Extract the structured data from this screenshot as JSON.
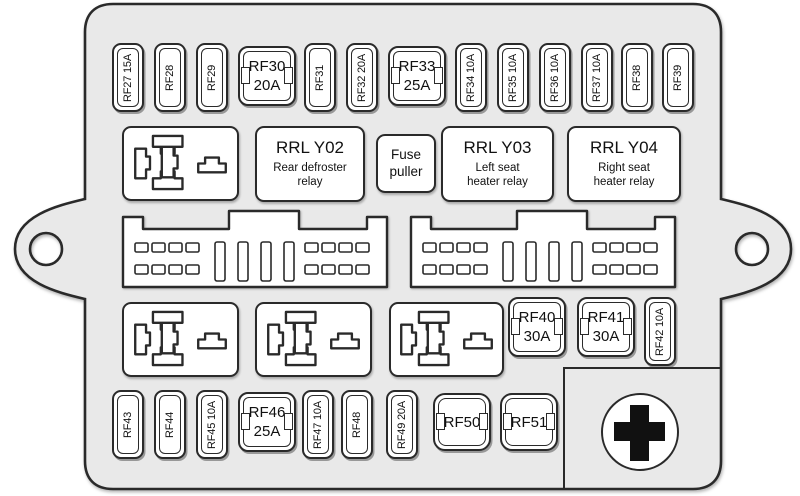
{
  "colors": {
    "body_fill": "#e9e9e9",
    "box_fill": "#ffffff",
    "line": "#2a2a2a",
    "symbol": "#111111"
  },
  "fuses": {
    "row1": [
      "RF27 15A",
      "RF28",
      "RF29",
      {
        "name": "RF30",
        "amp": "20A"
      },
      "RF31",
      "RF32 20A",
      {
        "name": "RF33",
        "amp": "25A"
      },
      "RF34 10A",
      "RF35 10A",
      "RF36 10A",
      "RF37 10A",
      "RF38",
      "RF39"
    ],
    "row3": [
      {
        "name": "RF40",
        "amp": "30A"
      },
      {
        "name": "RF41",
        "amp": "30A"
      },
      "RF42 10A"
    ],
    "row4": [
      "RF43",
      "RF44",
      "RF45 10A",
      {
        "name": "RF46",
        "amp": "25A"
      },
      "RF47 10A",
      "RF48",
      "RF49 20A",
      "RF50",
      "RF51"
    ]
  },
  "relay_labels": {
    "y02": {
      "code": "RRL Y02",
      "line1": "Rear defroster",
      "line2": "relay"
    },
    "y03": {
      "code": "RRL Y03",
      "line1": "Left seat",
      "line2": "heater relay"
    },
    "y04": {
      "code": "RRL Y04",
      "line1": "Right seat",
      "line2": "heater relay"
    }
  },
  "fuse_puller": {
    "line1": "Fuse",
    "line2": "puller"
  },
  "battery_terminal": {
    "symbol": "+"
  }
}
